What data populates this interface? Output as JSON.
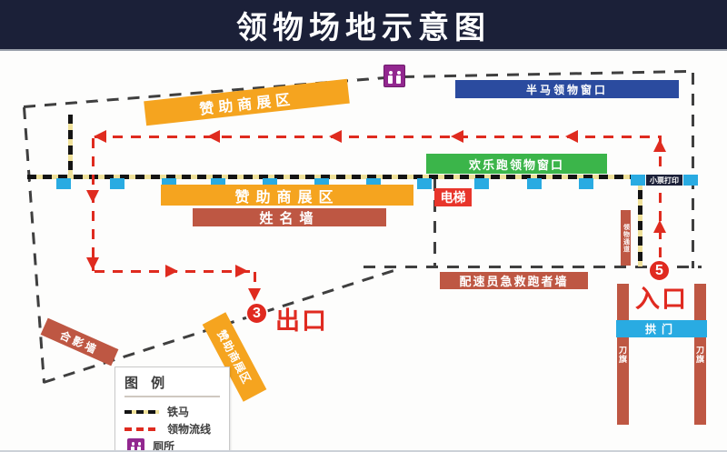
{
  "title": "领物场地示意图",
  "labels": {
    "sponsor_top": "赞助商展区",
    "half_marathon_window": "半马领物窗口",
    "fun_run_window": "欢乐跑领物窗口",
    "sponsor_mid": "赞助商展区",
    "name_wall": "姓名墙",
    "elevator": "电梯",
    "receipt_print": "小票打印",
    "pickup_channel": "领物通道",
    "pacer_wall": "配速员急救跑者墙",
    "entrance_number": "5",
    "entrance": "入口",
    "arch": "拱门",
    "flag_left": "刀旗",
    "flag_right": "刀旗",
    "exit_number": "3",
    "exit": "出口",
    "sponsor_exit": "赞助商展区",
    "photo_wall": "合影墙"
  },
  "legend": {
    "title": "图 例",
    "items": [
      {
        "label": "铁马"
      },
      {
        "label": "领物流线"
      },
      {
        "label": "厕所"
      }
    ]
  },
  "colors": {
    "title_bar_bg": "#1B2038",
    "orange": "#F5A41F",
    "blue_window": "#2B4B9F",
    "green_window": "#3BB54A",
    "brown_red": "#BE5743",
    "bright_red": "#E02A20",
    "flow_red": "#DF2B1F",
    "light_blue": "#29ABE2",
    "purple_toilet": "#92278F",
    "barrier_yellow": "#EFE19A"
  }
}
